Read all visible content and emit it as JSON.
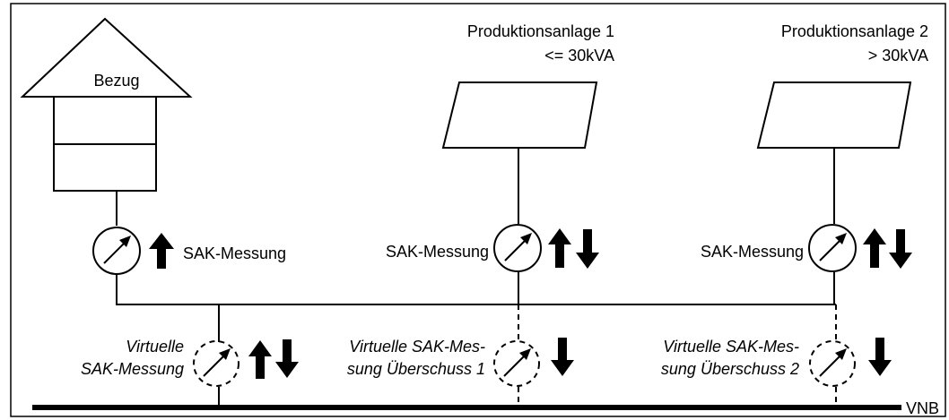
{
  "house": {
    "label": "Bezug"
  },
  "plant1": {
    "title": "Produktionsanlage 1",
    "rating": "<= 30kVA"
  },
  "plant2": {
    "title": "Produktionsanlage 2",
    "rating": "> 30kVA"
  },
  "meter_house": {
    "label": "SAK-Messung"
  },
  "meter_plant1": {
    "label": "SAK-Messung"
  },
  "meter_plant2": {
    "label": "SAK-Messung"
  },
  "virtual_meter_main": {
    "line1": "Virtuelle",
    "line2": "SAK-Messung"
  },
  "virtual_meter_1": {
    "line1": "Virtuelle SAK-Mes-",
    "line2": "sung Überschuss 1"
  },
  "virtual_meter_2": {
    "line1": "Virtuelle SAK-Mes-",
    "line2": "sung Überschuss 2"
  },
  "grid": {
    "label": "VNB"
  }
}
